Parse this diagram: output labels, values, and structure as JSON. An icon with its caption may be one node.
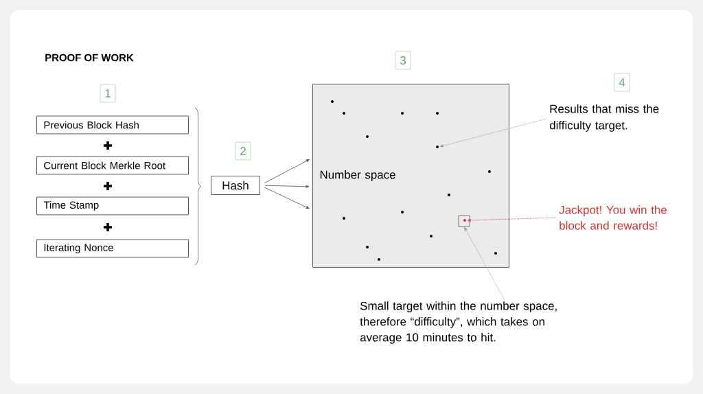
{
  "diagram": {
    "title": "PROOF OF WORK",
    "nodes": [
      {
        "text": [
          "1"
        ]
      },
      {
        "text": [
          "Previous Block Hash"
        ]
      },
      {
        "text": [
          "Current Block Merkle Root"
        ]
      },
      {
        "text": [
          "Time Stamp"
        ]
      },
      {
        "text": [
          "Iterating Nonce"
        ]
      },
      {
        "text": [
          "2"
        ]
      },
      {
        "text": [
          "Hash"
        ]
      },
      {
        "text": [
          "3"
        ]
      },
      {
        "text": [
          "Number space"
        ]
      },
      {
        "text": [
          "4"
        ]
      },
      {
        "text": [
          "Results that miss the difficulty target."
        ]
      },
      {
        "text": [],
        "shape": "circle",
        "in": 8
      },
      {
        "text": [],
        "shape": "box",
        "in": 8
      },
      {
        "text": [],
        "shape": "circle",
        "in": 12
      },
      {
        "text": [
          "Jackpot! You win the block and rewards!"
        ]
      },
      {
        "text": [
          "Small target within the number space, therefore “difficulty”, which takes on average 10 minutes to hit."
        ]
      }
    ],
    "edges": [
      {
        "from": 6,
        "to": 8,
        "arrow": "to"
      },
      {
        "from": 6,
        "to": 8,
        "arrow": "to"
      },
      {
        "from": 6,
        "to": 8,
        "arrow": "to"
      },
      {
        "from": 10,
        "to": 11,
        "arrow": "to",
        "style": "dashed"
      },
      {
        "from": 14,
        "to": 13,
        "arrow": "to",
        "style": "dashed",
        "color": "#e0363a"
      },
      {
        "from": 15,
        "to": 12,
        "arrow": "to",
        "style": "dashed"
      }
    ]
  }
}
